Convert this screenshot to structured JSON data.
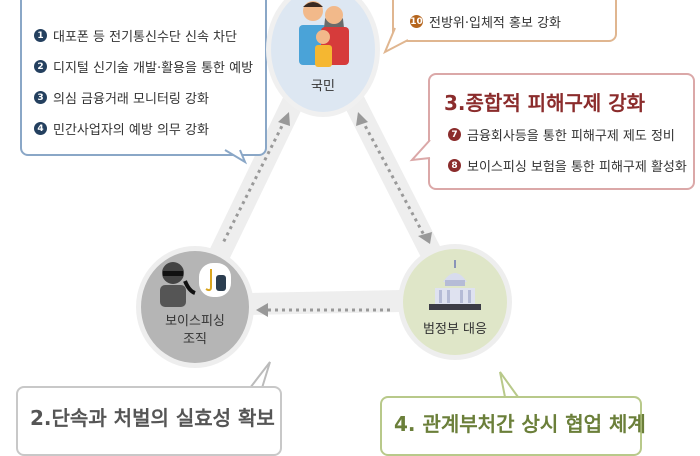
{
  "box1": {
    "color": "#4a6e95",
    "items": [
      {
        "num": "1",
        "text": "대포폰 등 전기통신수단 신속 차단"
      },
      {
        "num": "2",
        "text": "디지털 신기술 개발·활용을 통한 예방"
      },
      {
        "num": "3",
        "text": "의심 금융거래 모니터링 강화"
      },
      {
        "num": "4",
        "text": "민간사업자의 예방 의무 강화"
      }
    ]
  },
  "box5": {
    "color": "#b5651d",
    "items": [
      {
        "num": "10",
        "text": "전방위·입체적 홍보 강화"
      }
    ]
  },
  "box3": {
    "color": "#8b2c2c",
    "title": "3.종합적 피해구제 강화",
    "items": [
      {
        "num": "7",
        "text": "금융회사등을 통한 피해구제 제도 정비"
      },
      {
        "num": "8",
        "text": "보이스피싱 보험을 통한 피해구제 활성화"
      }
    ]
  },
  "box2": {
    "color": "#555555",
    "title": "2.단속과 처벌의 실효성 확보"
  },
  "box4": {
    "color": "#6b7f3a",
    "title": "4. 관계부처간 상시 협업 체계"
  },
  "nodes": {
    "citizen": "국민",
    "criminal": "보이스피싱\n조직",
    "government": "범정부 대응"
  },
  "icons": {
    "citizen": "family-icon",
    "criminal": "phishing-criminal-icon",
    "government": "capitol-building-icon"
  }
}
